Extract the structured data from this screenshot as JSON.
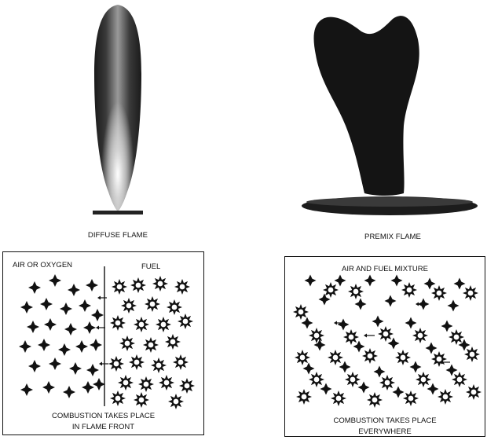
{
  "diffuse": {
    "caption": "DIFFUSE FLAME",
    "panel_label_left": "AIR OR OXYGEN",
    "panel_label_right": "FUEL",
    "footer_line1": "COMBUSTION TAKES PLACE",
    "footer_line2": "IN FLAME FRONT"
  },
  "premix": {
    "caption": "PREMIX FLAME",
    "panel_label": "AIR AND FUEL MIXTURE",
    "footer_line1": "COMBUSTION TAKES PLACE",
    "footer_line2": "EVERYWHERE"
  },
  "icons": {
    "air_particle": "four-point-diamond-star",
    "fuel_particle": "eight-point-star-with-hollow-center",
    "flame_front": "vertical-line",
    "reaction_arrow": "left-arrow"
  },
  "colors": {
    "ink": "#111111",
    "background": "#ffffff"
  }
}
